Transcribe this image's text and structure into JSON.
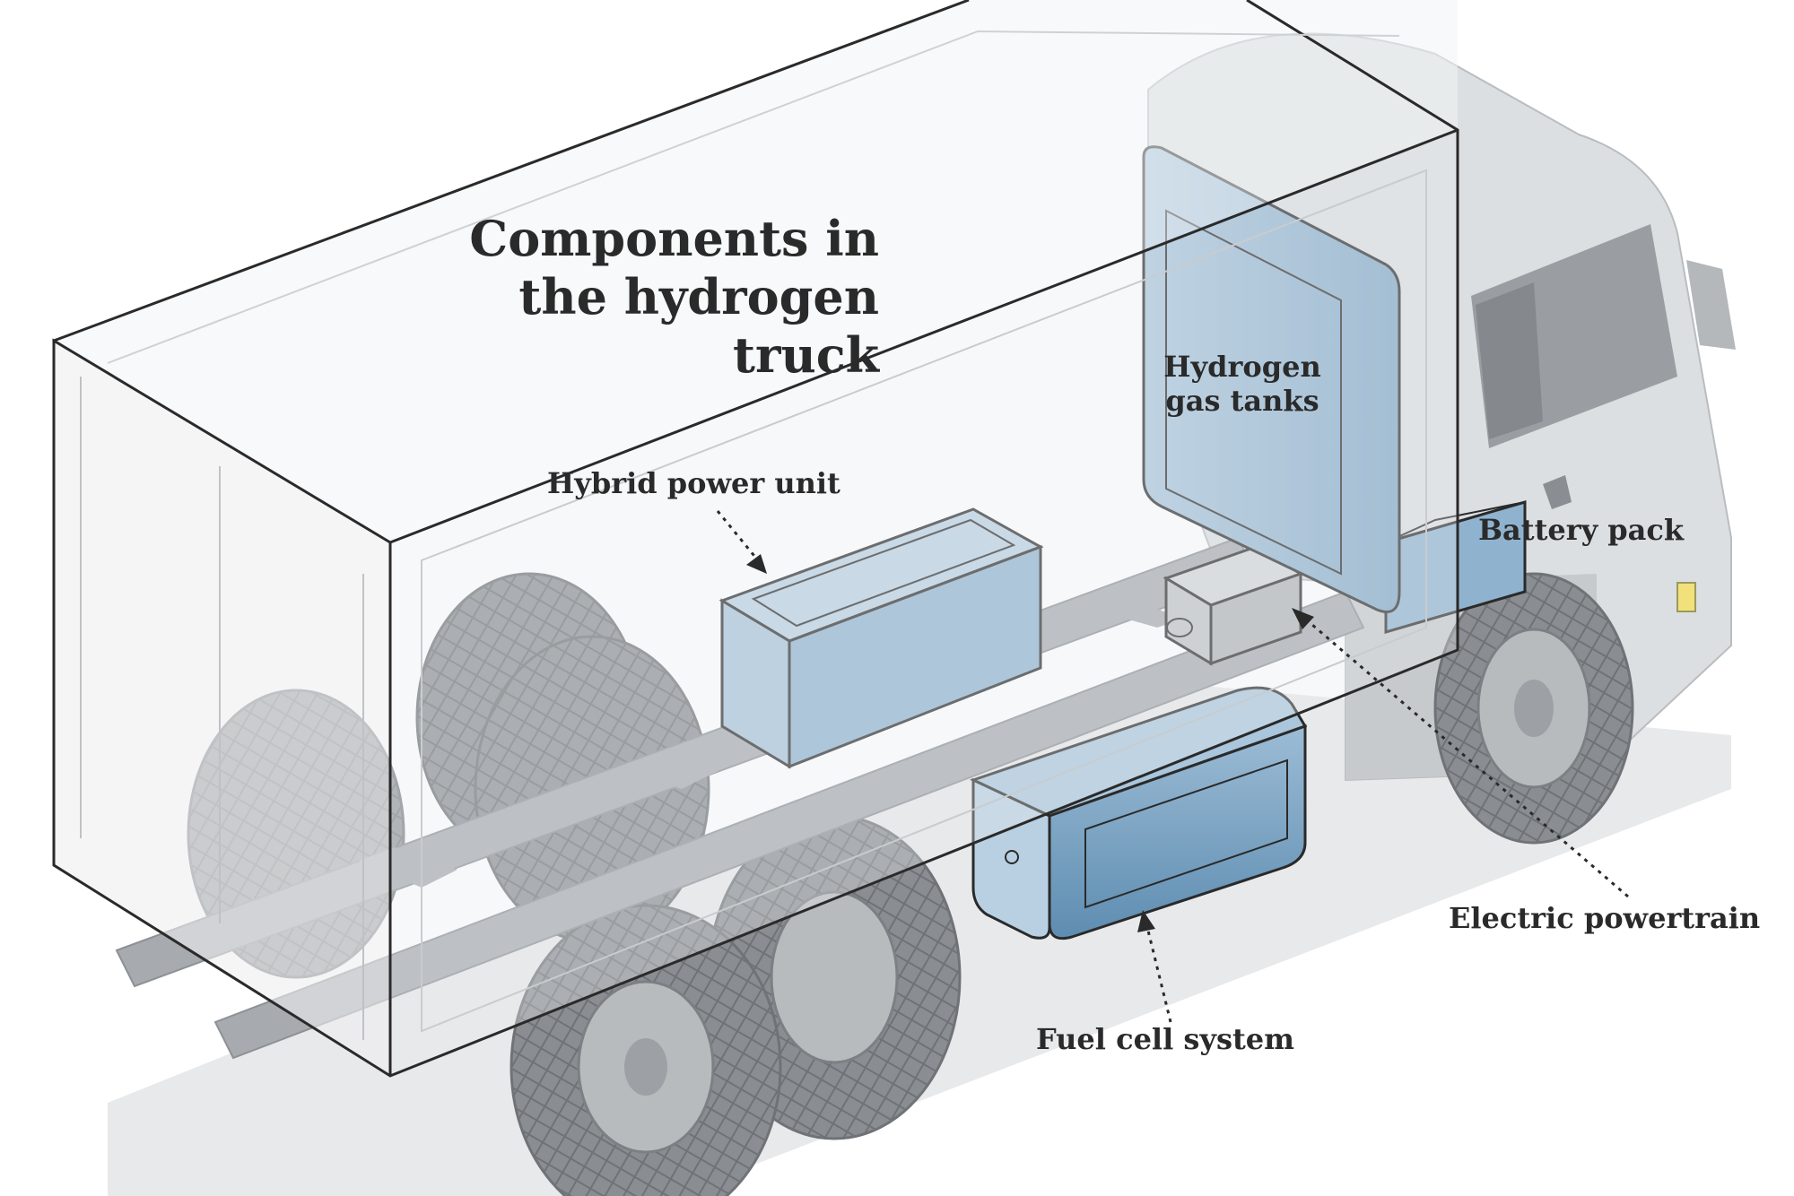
{
  "title": {
    "line1": "Components in",
    "line2": "the hydrogen truck"
  },
  "labels": {
    "hydrogen_tanks": {
      "line1": "Hydrogen",
      "line2": "gas tanks"
    },
    "hybrid_power_unit": "Hybrid power unit",
    "battery_pack": "Battery pack",
    "electric_powertrain": "Electric powertrain",
    "fuel_cell_system": "Fuel cell system"
  },
  "colors": {
    "component_blue": "#8fb3cf",
    "component_blue_dark": "#5f8fb3",
    "truck_gray": "#c9cccf",
    "tire_gray": "#8e9296",
    "outline": "#2a2a2a",
    "text": "#2a2a2a"
  }
}
